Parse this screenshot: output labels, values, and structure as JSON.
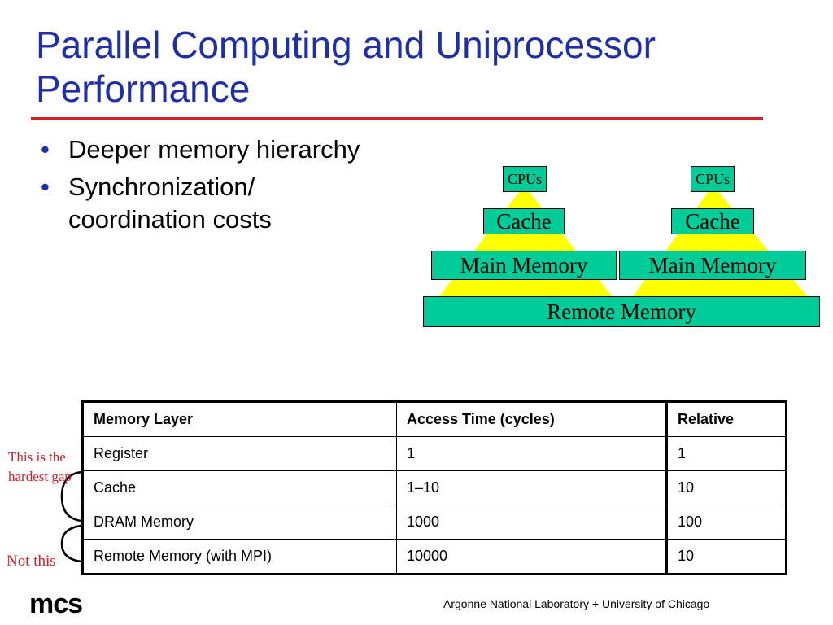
{
  "title": "Parallel Computing and Uniprocessor Performance",
  "bullets": [
    "Deeper memory hierarchy",
    "Synchronization/ coordination costs"
  ],
  "diagram": {
    "cpus_label": "CPUs",
    "cache_label": "Cache",
    "main_memory_label": "Main Memory",
    "remote_memory_label": "Remote Memory"
  },
  "table": {
    "headers": [
      "Memory Layer",
      "Access Time (cycles)",
      "Relative"
    ],
    "rows": [
      [
        "Register",
        "1",
        "1"
      ],
      [
        "Cache",
        "1–10",
        "10"
      ],
      [
        "DRAM Memory",
        "1000",
        "100"
      ],
      [
        "Remote Memory (with MPI)",
        "10000",
        "10"
      ]
    ]
  },
  "annotations": {
    "hardest_gap_line1": "This is the",
    "hardest_gap_line2": "hardest gap",
    "not_this": "Not this"
  },
  "logo_text": "mcs",
  "footer": "Argonne National Laboratory + University of Chicago",
  "colors": {
    "title": "#1f2fa8",
    "rule": "#d21f2a",
    "box": "#00cc99",
    "pyramid": "#ffff00",
    "annotation": "#d21f2a"
  }
}
